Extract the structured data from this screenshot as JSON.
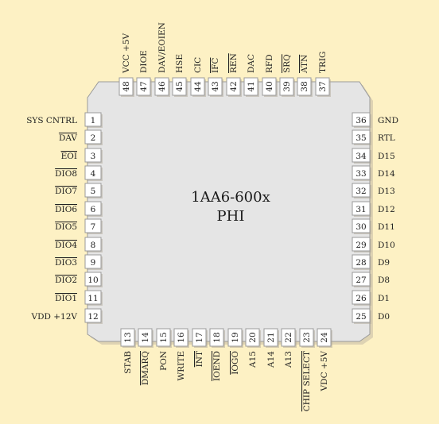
{
  "chip": {
    "part_number": "1AA6-600x",
    "name": "PHI",
    "colors": {
      "background": "#fdf1c4",
      "package_fill": "#e5e5e5",
      "pad_fill": "#ffffff",
      "outline": "#9a9a9a",
      "text": "#222222"
    }
  },
  "pins": {
    "left": [
      {
        "num": "1",
        "label": "SYS CNTRL",
        "active_low": false
      },
      {
        "num": "2",
        "label": "DAV",
        "active_low": true
      },
      {
        "num": "3",
        "label": "EOI",
        "active_low": true
      },
      {
        "num": "4",
        "label": "DIO8",
        "active_low": true
      },
      {
        "num": "5",
        "label": "DIO7",
        "active_low": true
      },
      {
        "num": "6",
        "label": "DIO6",
        "active_low": true
      },
      {
        "num": "7",
        "label": "DIO5",
        "active_low": true
      },
      {
        "num": "8",
        "label": "DIO4",
        "active_low": true
      },
      {
        "num": "9",
        "label": "DIO3",
        "active_low": true
      },
      {
        "num": "10",
        "label": "DIO2",
        "active_low": true
      },
      {
        "num": "11",
        "label": "DIO1",
        "active_low": true
      },
      {
        "num": "12",
        "label": "VDD +12V",
        "active_low": false
      }
    ],
    "right": [
      {
        "num": "36",
        "label": "GND",
        "active_low": false
      },
      {
        "num": "35",
        "label": "RTL",
        "active_low": false
      },
      {
        "num": "34",
        "label": "D15",
        "active_low": false
      },
      {
        "num": "33",
        "label": "D14",
        "active_low": false
      },
      {
        "num": "32",
        "label": "D13",
        "active_low": false
      },
      {
        "num": "31",
        "label": "D12",
        "active_low": false
      },
      {
        "num": "30",
        "label": "D11",
        "active_low": false
      },
      {
        "num": "29",
        "label": "D10",
        "active_low": false
      },
      {
        "num": "28",
        "label": "D9",
        "active_low": false
      },
      {
        "num": "27",
        "label": "D8",
        "active_low": false
      },
      {
        "num": "26",
        "label": "D1",
        "active_low": false
      },
      {
        "num": "25",
        "label": "D0",
        "active_low": false
      }
    ],
    "top": [
      {
        "num": "48",
        "label": "VCC +5V",
        "active_low": false
      },
      {
        "num": "47",
        "label": "DIOE",
        "active_low": false
      },
      {
        "num": "46",
        "label": "DAV/EOIEN",
        "active_low": false
      },
      {
        "num": "45",
        "label": "HSE",
        "active_low": false
      },
      {
        "num": "44",
        "label": "CIC",
        "active_low": false
      },
      {
        "num": "43",
        "label": "IFC",
        "active_low": true
      },
      {
        "num": "42",
        "label": "REN",
        "active_low": true
      },
      {
        "num": "41",
        "label": "DAC",
        "active_low": false
      },
      {
        "num": "40",
        "label": "RFD",
        "active_low": false
      },
      {
        "num": "39",
        "label": "SRQ",
        "active_low": true
      },
      {
        "num": "38",
        "label": "ATN",
        "active_low": true
      },
      {
        "num": "37",
        "label": "TRIG",
        "active_low": false
      }
    ],
    "bottom": [
      {
        "num": "13",
        "label": "STAB",
        "active_low": false
      },
      {
        "num": "14",
        "label": "DMARQ",
        "active_low": true
      },
      {
        "num": "15",
        "label": "PON",
        "active_low": false
      },
      {
        "num": "16",
        "label": "WRITE",
        "active_low": false
      },
      {
        "num": "17",
        "label": "INT",
        "active_low": true
      },
      {
        "num": "18",
        "label": "IOEND",
        "active_low": true
      },
      {
        "num": "19",
        "label": "IOGO",
        "active_low": true
      },
      {
        "num": "20",
        "label": "A15",
        "active_low": false
      },
      {
        "num": "21",
        "label": "A14",
        "active_low": false
      },
      {
        "num": "22",
        "label": "A13",
        "active_low": false
      },
      {
        "num": "23",
        "label": "CHIP SELECT",
        "active_low": true
      },
      {
        "num": "24",
        "label": "VDC +5V",
        "active_low": false
      }
    ]
  }
}
